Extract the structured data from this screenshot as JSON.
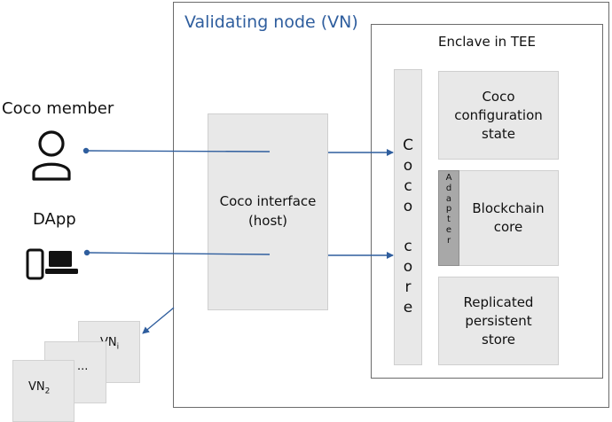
{
  "validating_node": {
    "title": "Validating node (VN)"
  },
  "enclave": {
    "title": "Enclave in TEE"
  },
  "coco_core": {
    "chars": [
      "C",
      "o",
      "c",
      "o",
      "",
      "c",
      "o",
      "r",
      "e"
    ]
  },
  "adapter": {
    "chars": [
      "A",
      "d",
      "a",
      "p",
      "t",
      "e",
      "r"
    ]
  },
  "boxes": {
    "config": {
      "line1": "Coco",
      "line2": "configuration",
      "line3": "state"
    },
    "chain": {
      "line1": "Blockchain",
      "line2": "core"
    },
    "store": {
      "line1": "Replicated",
      "line2": "persistent",
      "line3": "store"
    }
  },
  "interface": {
    "line1": "Coco interface",
    "line2": "(host)"
  },
  "actors": {
    "member": {
      "label": "Coco member",
      "icon": "person-icon"
    },
    "dapp": {
      "label": "DApp",
      "icon": "devices-icon"
    }
  },
  "peer_nodes": {
    "card_i": {
      "label": "VN",
      "sub": "i"
    },
    "card_mid": {
      "label": "..."
    },
    "card_2": {
      "label": "VN",
      "sub": "2"
    }
  },
  "colors": {
    "accent": "#2f5e9e",
    "box_fill": "#e8e8e8",
    "adapter_fill": "#a8a8a8",
    "border": "#6b6b6b"
  }
}
